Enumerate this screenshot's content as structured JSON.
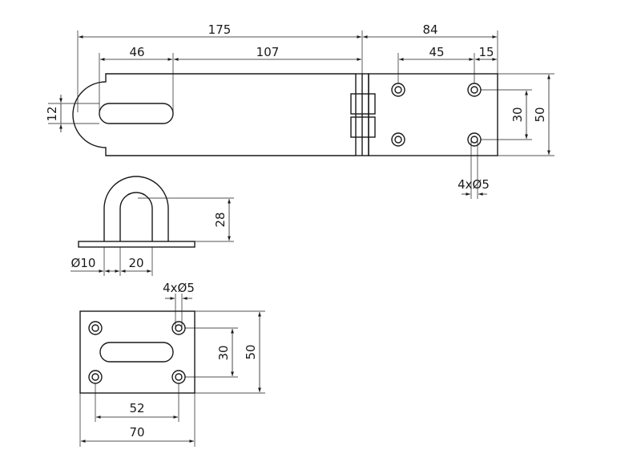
{
  "dimensions": {
    "d175": "175",
    "d84": "84",
    "d46": "46",
    "d107": "107",
    "d45": "45",
    "d15": "15",
    "d12": "12",
    "d30_top": "30",
    "d50_top": "50",
    "holes_top": "4xØ5",
    "d28": "28",
    "d10": "Ø10",
    "d20": "20",
    "holes_bottom": "4xØ5",
    "d30_bottom": "30",
    "d50_bottom": "50",
    "d52": "52",
    "d70": "70"
  },
  "colors": {
    "line": "#1a1a1a",
    "background": "#ffffff"
  }
}
